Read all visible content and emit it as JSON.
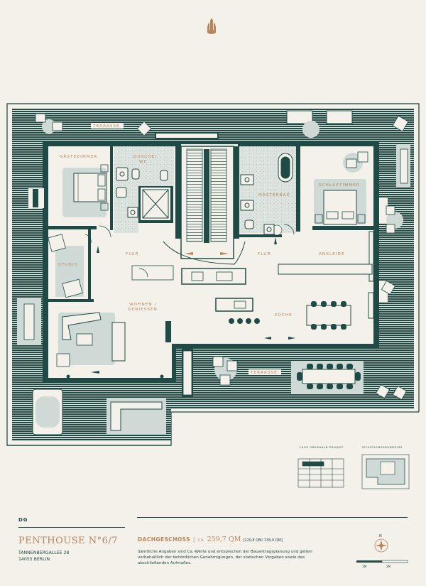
{
  "labels": {
    "terrasse_top": "TERRASSE",
    "gaestezimmer": "GÄSTEZIMMER",
    "duschewc_1": "DUSCHE/",
    "duschewc_2": "WC",
    "masterbad": "MASTERBAD",
    "schlafzimmer": "SCHLAFZIMMER",
    "studio": "STUDIO",
    "flur_left": "FLUR",
    "flur_right": "FLUR",
    "ankleide": "ANKLEIDE",
    "wohnen_1": "WOHNEN /",
    "wohnen_2": "GENIESSEN",
    "kueche": "KÜCHE",
    "terrasse_bottom": "TERRASSE"
  },
  "thumbs": {
    "elevation_label": "LAGE OBERHALB PROJEKT",
    "keyplan_label": "SITUATIONSGRUNDRISS"
  },
  "footer": {
    "floor_code": "DG",
    "unit_title": "PENTHOUSE N°6/7",
    "address_line1": "TANNENBERGALLEE 28",
    "address_line2": "14055 BERLIN",
    "floor_name": "DACHGESCHOSS",
    "separator": "|",
    "area_prefix": "CA.",
    "area_value": "259,7 QM",
    "area_detail": "[120,8 QM/ 138,9 QM]",
    "disclaimer": "Sämtliche Angaben sind Ca.-Werte und entsprechen der Bauantragsplanung und gelten vorbehaltlich der behördlichen Genehmigungen, der statischen Vorgaben sowie des abschließenden Aufmaßes.",
    "north": "N",
    "scale_1": "1M",
    "scale_2": "2M"
  },
  "colors": {
    "wall": "#1f4a45",
    "accent": "#b8845a",
    "background": "#f4f1ea",
    "rug": "#cfdad6",
    "tile": "#d9dfdb"
  }
}
